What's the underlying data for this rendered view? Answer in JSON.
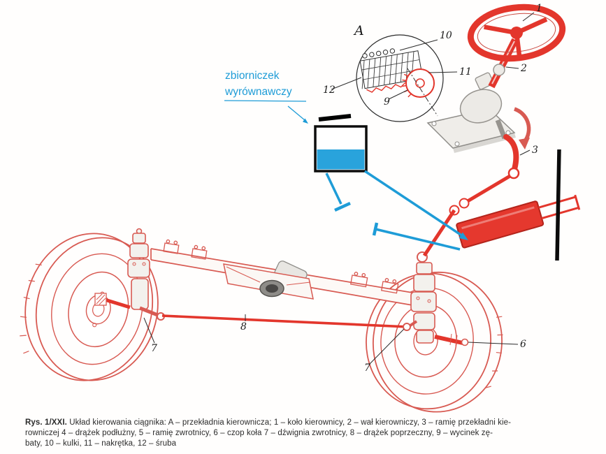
{
  "figure": {
    "detail_label": "A",
    "callouts": {
      "n1": "1",
      "n2": "2",
      "n3": "3",
      "n6": "6",
      "n7_left": "7",
      "n7_right": "7",
      "n8": "8",
      "n9": "9",
      "n10": "10",
      "n11": "11",
      "n12": "12"
    }
  },
  "annotation": {
    "line1": "zbiorniczek",
    "line2": "wyrównawczy"
  },
  "colors": {
    "drawing_red": "#d85a52",
    "bright_red": "#e3362c",
    "annotation_blue": "#1e9cd7",
    "liquid_blue": "#29a3dc"
  },
  "caption": {
    "prefix": "Rys. 1/XXI.",
    "line1": " Układ kierowania ciągnika: A – przekładnia kierownicza; 1 – koło kierownicy, 2 – wał kierowniczy, 3 – ramię przekładni kie-",
    "line2": "rowniczej  4 – drążek podłużny, 5 – ramię zwrotnicy, 6 – czop koła  7 – dźwignia zwrotnicy, 8 – drążek poprzeczny, 9 – wycinek zę-",
    "line3": "baty, 10 – kulki, 11 – nakrętka, 12 – śruba"
  }
}
